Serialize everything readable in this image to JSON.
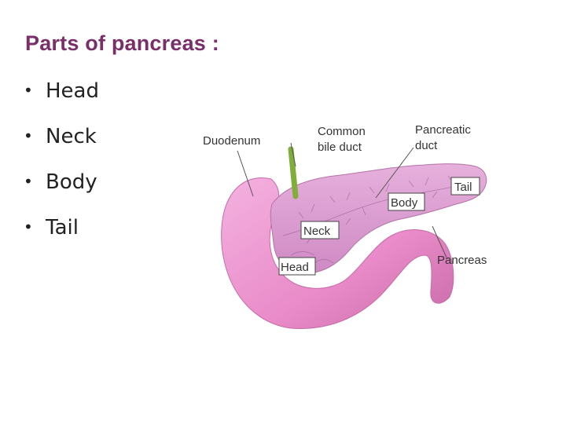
{
  "title": "Parts of pancreas :",
  "bullet_char": "•",
  "bullets": [
    "Head",
    "Neck",
    "Body",
    "Tail"
  ],
  "diagram": {
    "labels": {
      "duodenum": "Duodenum",
      "common_bile_duct_line1": "Common",
      "common_bile_duct_line2": "bile duct",
      "pancreatic_duct_line1": "Pancreatic",
      "pancreatic_duct_line2": "duct",
      "tail": "Tail",
      "body": "Body",
      "neck": "Neck",
      "head": "Head",
      "pancreas": "Pancreas"
    },
    "colors": {
      "duodenum": "#e98ac8",
      "pancreas": "#d99bd0",
      "bile_duct": "#7fae3a",
      "title": "#7a2f6b"
    }
  }
}
